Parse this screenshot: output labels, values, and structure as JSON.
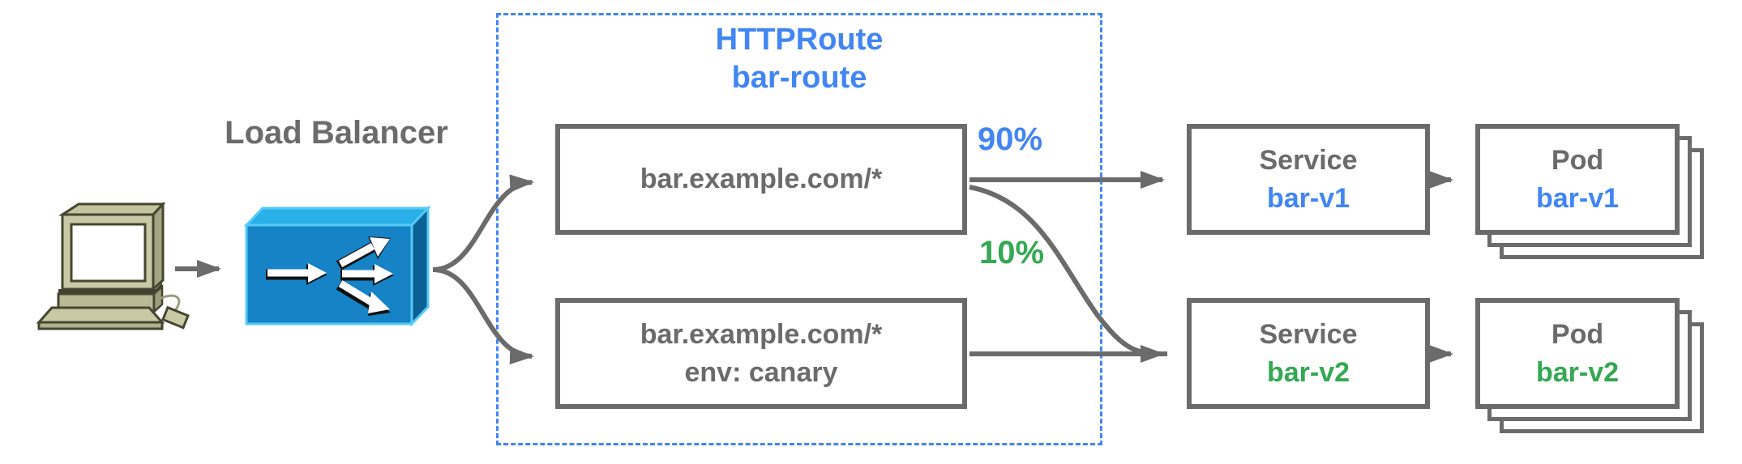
{
  "diagram": {
    "load_balancer": {
      "label": "Load Balancer"
    },
    "httproute_group": {
      "line1": "HTTPRoute",
      "line2": "bar-route"
    },
    "rules": [
      {
        "match": "bar.example.com/*",
        "header": ""
      },
      {
        "match": "bar.example.com/*",
        "header": "env: canary"
      }
    ],
    "weights": {
      "to_v1": "90%",
      "to_v2": "10%"
    },
    "services": [
      {
        "kind": "Service",
        "name": "bar-v1"
      },
      {
        "kind": "Service",
        "name": "bar-v2"
      }
    ],
    "pods": [
      {
        "kind": "Pod",
        "name": "bar-v1"
      },
      {
        "kind": "Pod",
        "name": "bar-v2"
      }
    ],
    "icons": {
      "client": "computer-icon",
      "load_balancer": "load-balancer-icon"
    },
    "colors": {
      "blue": "#4285F4",
      "green": "#34A853",
      "gray": "#6B6B6B",
      "dashed_border": "#4285F4"
    }
  }
}
